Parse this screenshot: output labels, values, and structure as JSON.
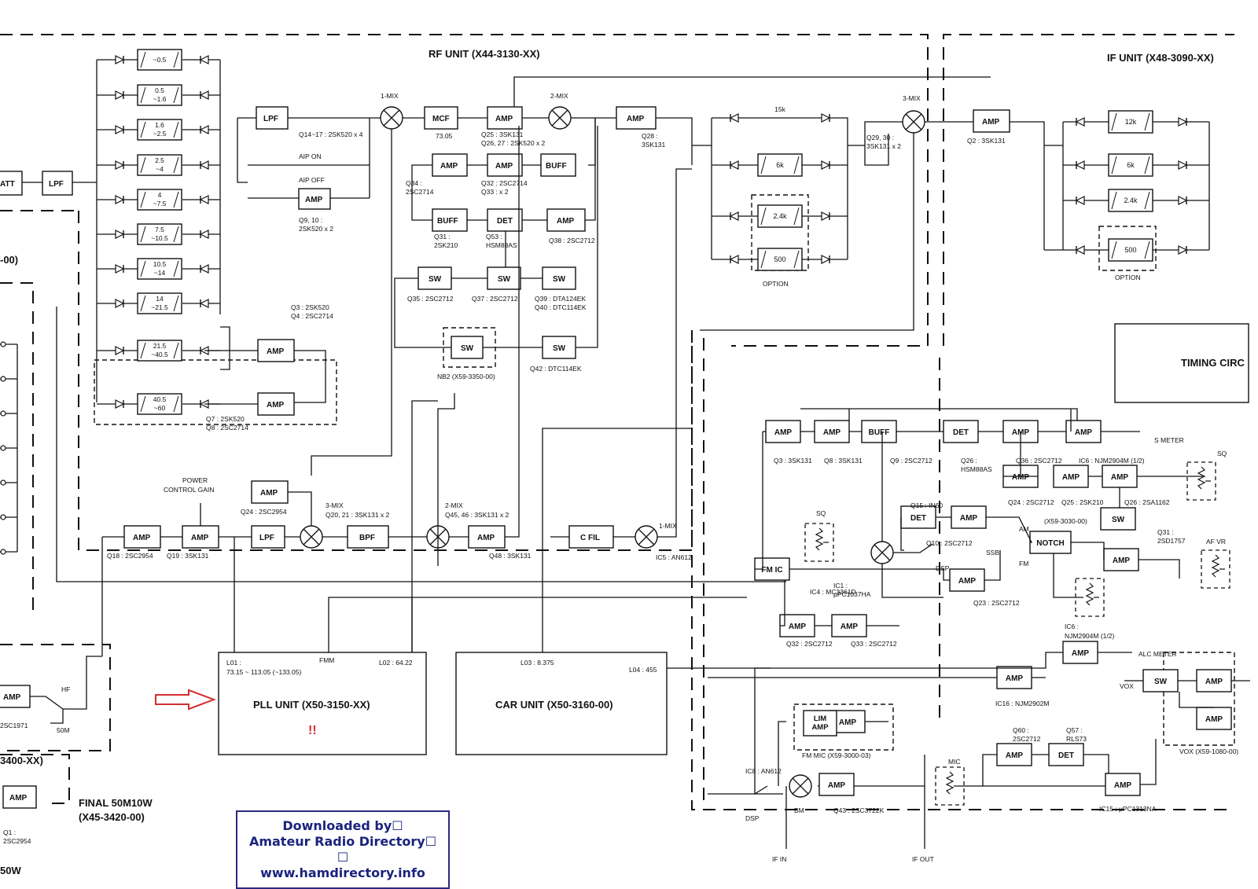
{
  "units": {
    "rf": "RF UNIT (X44-3130-XX)",
    "if": "IF UNIT (X48-3090-XX)",
    "pll": "PLL UNIT (X50-3150-XX)",
    "car": "CAR UNIT (X50-3160-00)",
    "final": "FINAL 50M10W",
    "final_code": "(X45-3420-00)",
    "left_partial_1": "-00)",
    "left_partial_2": "3400-XX)",
    "left_partial_3": "50W",
    "timing": "TIMING CIRC"
  },
  "bpf_bands": [
    "~0.5",
    "0.5\n~1.6",
    "1.6\n~2.5",
    "2.5\n~4",
    "4\n~7.5",
    "7.5\n~10.5",
    "10.5\n~14",
    "14\n~21.5",
    "21.5\n~40.5",
    "40.5\n~60"
  ],
  "blocks": {
    "att": "ATT",
    "lpf": "LPF",
    "amp": "AMP",
    "mcf": "MCF",
    "buff": "BUFF",
    "det": "DET",
    "sw": "SW",
    "bpf": "BPF",
    "cfil": "C FIL",
    "fmic": "FM IC",
    "notch": "NOTCH",
    "lim_amp": "LIM\nAMP",
    "mix1": "1-MIX",
    "mix2": "2-MIX",
    "mix3": "3-MIX",
    "mcf_freq": "73.05"
  },
  "filters_rf": [
    "15k",
    "6k",
    "2.4k",
    "500"
  ],
  "filters_if": [
    "12k",
    "6k",
    "2.4k",
    "500"
  ],
  "labels": {
    "aip_on": "AIP ON",
    "aip_off": "AIP OFF",
    "q9_10": "Q9, 10 :\n2SK520 x 2",
    "q14_17": "Q14~17 : 2SK520 x 4",
    "q25": "Q25 : 3SK131",
    "q26_27": "Q26, 27 : 2SK520 x 2",
    "q28": "Q28 :\n3SK131",
    "q29_30": "Q29, 30 :\n3SK131 x 2",
    "q2_if": "Q2 : 3SK131",
    "q34": "Q34 :\n2SC2714",
    "q32_33": "Q32 : 2SC2714\nQ33 : x 2",
    "q31": "Q31 :\n2SK210",
    "q53": "Q53 :\nHSM88AS",
    "q38": "Q38 : 2SC2712",
    "q35": "Q35 : 2SC2712",
    "q37": "Q37 : 2SC2712",
    "q39_40": "Q39 : DTA124EK\nQ40 : DTC114EK",
    "q42": "Q42 : DTC114EK",
    "nb2": "NB2 (X59-3350-00)",
    "q3_4": "Q3 : 2SK520\nQ4 : 2SC2714",
    "q7_8": "Q7 : 2SK520\nQ8 : 2SC2714",
    "option": "OPTION",
    "power_control": "POWER\nCONTROL GAIN",
    "q24_rf": "Q24 : 2SC2954",
    "q20_21": "Q20, 21 : 3SK131 x 2",
    "q45_46": "Q45, 46 : 3SK131 x 2",
    "q18": "Q18 : 2SC2954",
    "q19": "Q19 : 3SK131",
    "q48": "Q48 : 3SK131",
    "ic5": "IC5 : AN612",
    "l01": "L01 :\n73.15 ~ 113.05 (~133.05)",
    "fmm": "FMM",
    "l02": "L02 : 64.22",
    "l03": "L03 : 8.375",
    "l04": "L04 : 455",
    "pll_mark": "!!",
    "q3_if": "Q3 : 3SK131",
    "q8_if": "Q8 : 3SK131",
    "q9_if": "Q9 : 2SC2712",
    "q26_if": "Q26 :\nHSM88AS",
    "q36": "Q36 : 2SC2712",
    "ic6_a": "IC6 : NJM2904M (1/2)",
    "s_meter": "S METER",
    "sq": "SQ",
    "q24_if": "Q24 : 2SC2712",
    "q25_if": "Q25 : 2SK210",
    "q26_sa": "Q26 : 2SA1162",
    "q15": "Q15 : IN60",
    "q10": "Q10 : 2SC2712",
    "am": "AM",
    "ssb": "SSB",
    "fm": "FM",
    "x59_3030": "(X59-3030-00)",
    "q31_if": "Q31 :\n2SD1757",
    "af_vr": "AF VR",
    "ic1": "IC1 :\nμPC1037HA",
    "ic4": "IC4 : MC3361D",
    "dsp": "DSP",
    "q23": "Q23 : 2SC2712",
    "q32_if": "Q32 : 2SC2712",
    "q33_if": "Q33 : 2SC2712",
    "ic6_b": "IC6 :\nNJM2904M (1/2)",
    "alc_meter": "ALC METER",
    "ic16": "IC16 : NJM2902M",
    "vox": "VOX",
    "vox_unit": "VOX (X59-1080-00)",
    "fm_mic": "FM MIC (X59-3000-03)",
    "q60": "Q60 :\n2SC2712",
    "q57": "Q57 :\nRLS73",
    "mic": "MIC",
    "ic8": "IC8 : AN612",
    "bm": "BM",
    "q43": "Q43 : 2SC3722K",
    "ic15": "IC15 : μPC1313NA",
    "if_in": "IF IN",
    "if_out": "IF OUT",
    "hf": "HF",
    "m50": "50M",
    "q1_left": "Q1 :\n2SC2954",
    "sc1971": "2SC1971"
  },
  "watermark": {
    "line1": "Downloaded by☐",
    "line2": "Amateur Radio Directory☐",
    "line3": "☐",
    "line4": "www.hamdirectory.info"
  }
}
